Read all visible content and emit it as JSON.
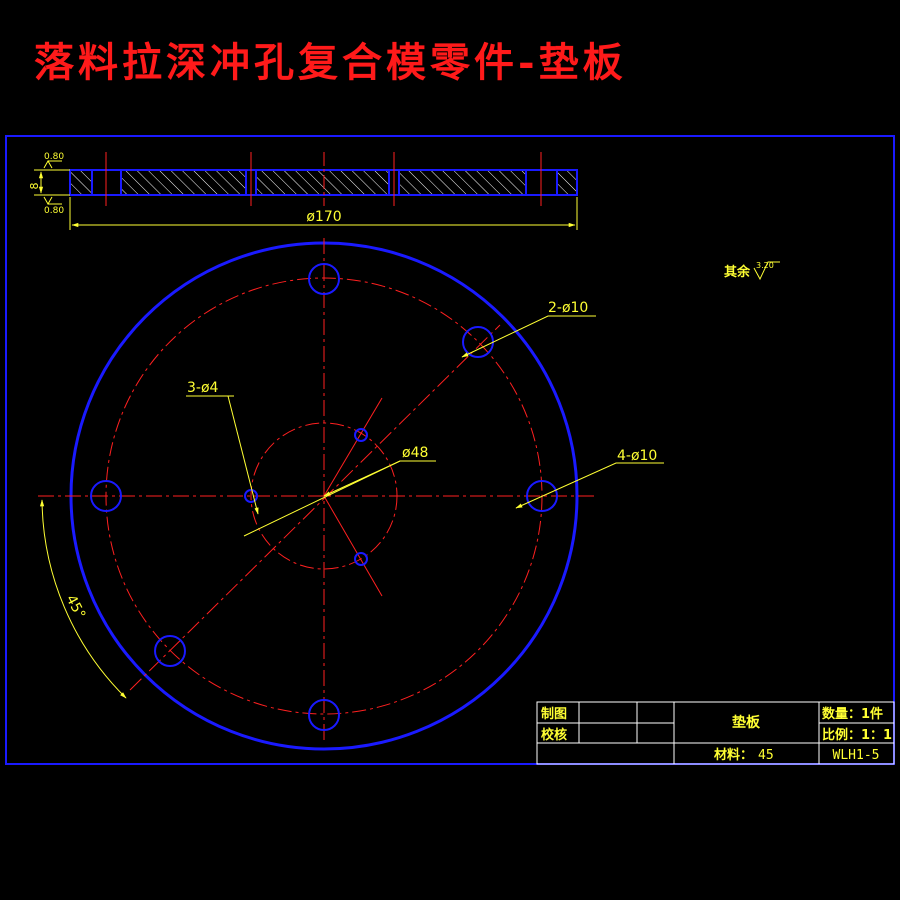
{
  "title": "落料拉深冲孔复合模零件-垫板",
  "section": {
    "top_roughness": "0.80",
    "bottom_roughness": "0.80",
    "thickness": "8",
    "diameter": "ø170"
  },
  "roughness_note": {
    "prefix": "其余",
    "value": "3.20"
  },
  "callouts": {
    "holes_2_d10": "2-ø10",
    "holes_3_d4": "3-ø4",
    "circle_d48": "ø48",
    "holes_4_d10": "4-ø10",
    "angle_45": "45°"
  },
  "title_block": {
    "drawn": "制图",
    "checked": "校核",
    "part_name": "垫板",
    "quantity": "数量：1件",
    "scale": "比例：1：1",
    "material_label": "材料：",
    "material_value": "45",
    "drawing_no": "WLH1-5"
  },
  "colors": {
    "title": "#ff1a1a",
    "outline": "#1a1aff",
    "centerline": "#ff2020",
    "dimension": "#ffff33",
    "hatch": "#ffffff",
    "background": "#000000"
  }
}
